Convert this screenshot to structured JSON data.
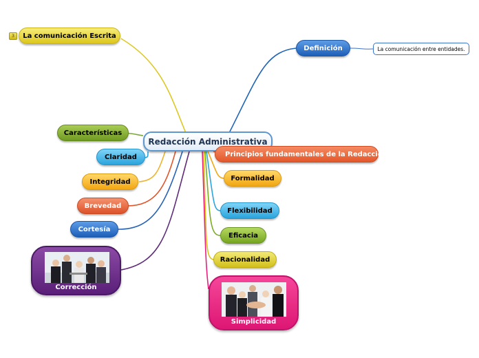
{
  "central": {
    "label": "Redacción Administrativa"
  },
  "nodes": {
    "escrita": {
      "label": "La comunicación Escrita",
      "badge": "3"
    },
    "definicion": {
      "label": "Definición",
      "note": "La comunicación entre entidades."
    },
    "caracteristicas": {
      "label": "Características"
    },
    "claridad": {
      "label": "Claridad"
    },
    "integridad": {
      "label": "Integridad"
    },
    "brevedad": {
      "label": "Brevedad"
    },
    "cortesia": {
      "label": "Cortesía"
    },
    "correccion": {
      "label": "Corrección"
    },
    "principios": {
      "label": "Principios fundamentales de la Redacción."
    },
    "formalidad": {
      "label": "Formalidad"
    },
    "flexibilidad": {
      "label": "Flexibilidad"
    },
    "eficacia": {
      "label": "Eficacia"
    },
    "racionalidad": {
      "label": "Racionalidad"
    },
    "simplicidad": {
      "label": "Simplicidad"
    }
  },
  "colors": {
    "escrita": "#d9c520",
    "definicion": "#1f63b5",
    "caracteristicas": "#76a32a",
    "claridad": "#2aa4dd",
    "integridad": "#f0a817",
    "brevedad": "#e0552a",
    "cortesia": "#2662b5",
    "correccion": "#5f2a7a",
    "principios": "#e0552a",
    "formalidad": "#f0a817",
    "flexibilidad": "#2aa4dd",
    "eficacia": "#7aab23",
    "racionalidad": "#d7c41c",
    "simplicidad": "#e81f7c"
  }
}
